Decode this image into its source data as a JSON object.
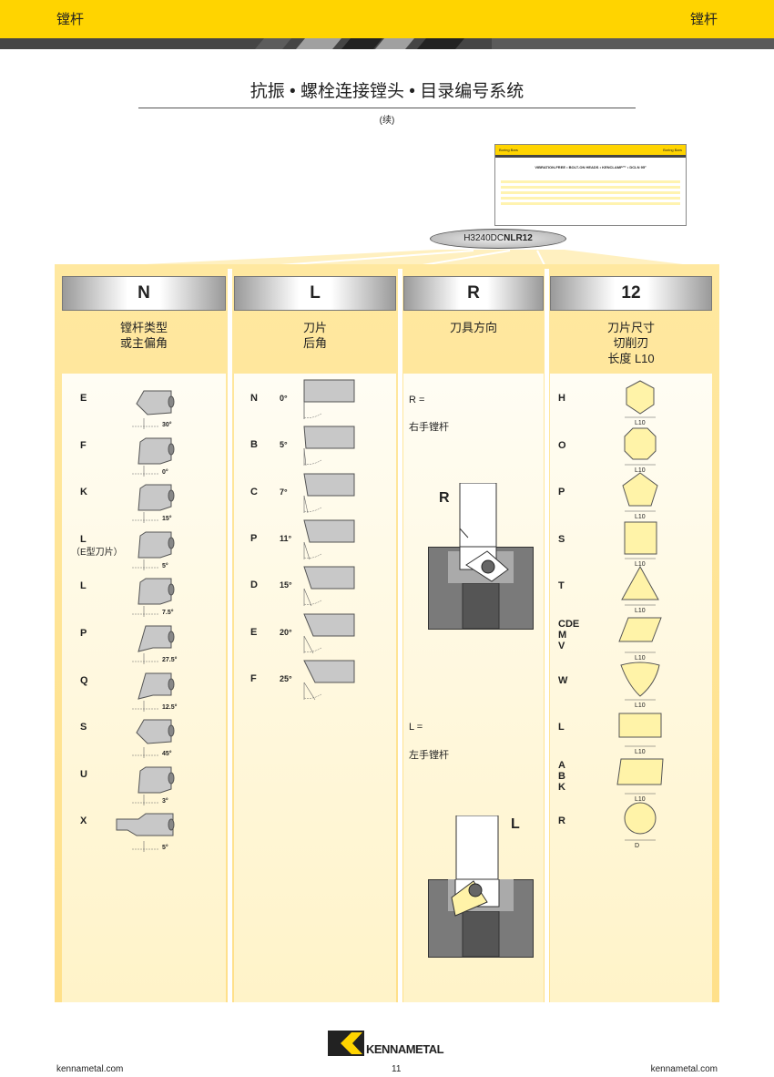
{
  "header": {
    "left": "镗杆",
    "right": "镗杆"
  },
  "title": "抗振 • 螺栓连接镗头 • 目录编号系统",
  "continued": "(续)",
  "thumbnail": {
    "left": "Boring Bars",
    "right": "Boring Bars",
    "heading": "VIBRATION-FREE • BOLT-ON HEADS • KENCLAMP™ • DCLN 95°"
  },
  "part_number": {
    "prefix": "H3240DC",
    "suffix": "NLR12"
  },
  "columns": [
    {
      "code": "N",
      "subtitle": [
        "镗杆类型",
        "或主偏角"
      ]
    },
    {
      "code": "L",
      "subtitle": [
        "刀片",
        "后角"
      ]
    },
    {
      "code": "R",
      "subtitle": [
        "刀具方向"
      ]
    },
    {
      "code": "12",
      "subtitle": [
        "刀片尺寸",
        "切削刃",
        "长度 L10"
      ]
    }
  ],
  "lead_angles": [
    {
      "code": "E",
      "angle": "30°"
    },
    {
      "code": "F",
      "angle": "0°"
    },
    {
      "code": "K",
      "angle": "15°"
    },
    {
      "code": "L",
      "note": "（E型刀片）",
      "angle": "5°"
    },
    {
      "code": "L",
      "angle": "7.5°"
    },
    {
      "code": "P",
      "angle": "27.5°"
    },
    {
      "code": "Q",
      "angle": "12.5°"
    },
    {
      "code": "S",
      "angle": "45°"
    },
    {
      "code": "U",
      "angle": "3°"
    },
    {
      "code": "X",
      "angle": "5°"
    }
  ],
  "clearance": [
    {
      "code": "N",
      "angle": "0°"
    },
    {
      "code": "B",
      "angle": "5°"
    },
    {
      "code": "C",
      "angle": "7°"
    },
    {
      "code": "P",
      "angle": "11°"
    },
    {
      "code": "D",
      "angle": "15°"
    },
    {
      "code": "E",
      "angle": "20°"
    },
    {
      "code": "F",
      "angle": "25°"
    }
  ],
  "hand": {
    "right_label": "R =",
    "right_text": "右手镗杆",
    "right_mark": "R",
    "left_label": "L =",
    "left_text": "左手镗杆",
    "left_mark": "L"
  },
  "sizes": [
    {
      "code": "H",
      "shape": "hexagon",
      "dim": "L10"
    },
    {
      "code": "O",
      "shape": "octagon",
      "dim": "L10"
    },
    {
      "code": "P",
      "shape": "pentagon",
      "dim": "L10"
    },
    {
      "code": "S",
      "shape": "square",
      "dim": "L10"
    },
    {
      "code": "T",
      "shape": "triangle",
      "dim": "L10"
    },
    {
      "code": "CDE\nM\nV",
      "shape": "rhombus",
      "dim": "L10"
    },
    {
      "code": "W",
      "shape": "trigon",
      "dim": "L10"
    },
    {
      "code": "L",
      "shape": "rectangle",
      "dim": "L10"
    },
    {
      "code": "A\nB\nK",
      "shape": "parallelogram",
      "dim": "L10"
    },
    {
      "code": "R",
      "shape": "circle",
      "dim": "D"
    }
  ],
  "footer": {
    "left": "kennametal.com",
    "page": "11",
    "right": "kennametal.com",
    "brand": "KENNAMETAL"
  },
  "colors": {
    "yellow": "#ffd400",
    "tool": "#c8c8c8",
    "insert": "#fff3a8"
  }
}
